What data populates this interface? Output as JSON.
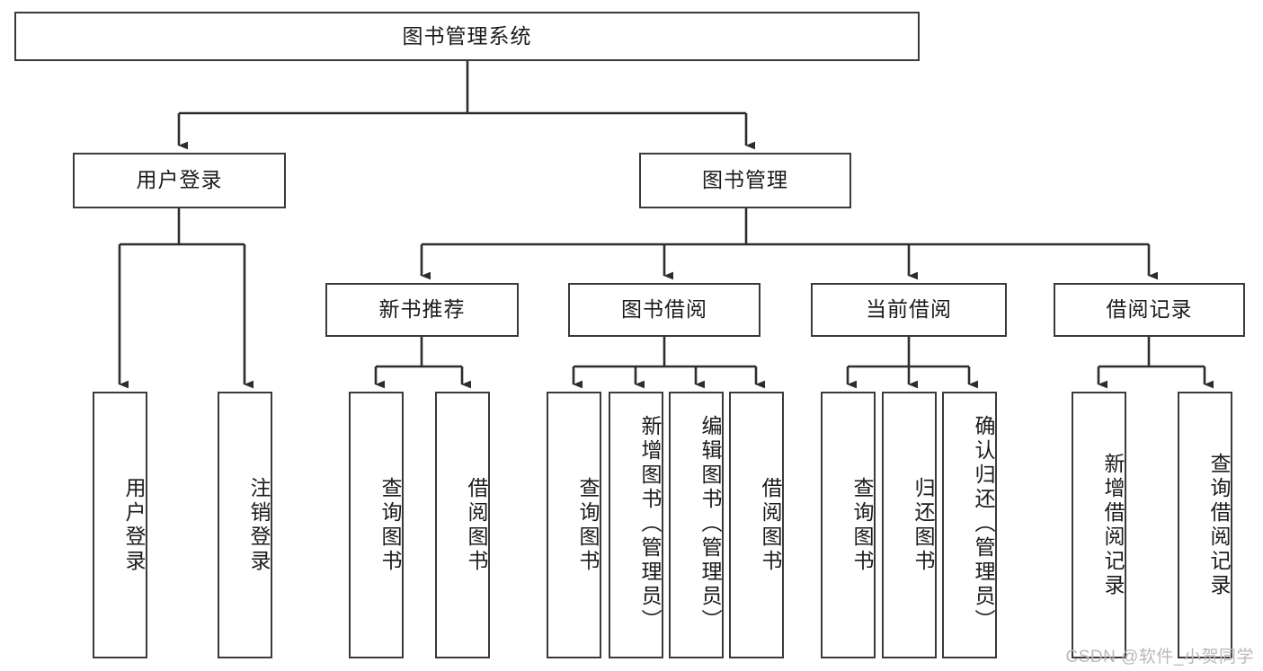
{
  "diagram": {
    "title": "图书管理系统",
    "watermark": "CSDN @软件_小贺同学",
    "colors": {
      "stroke": "#3a3a3a",
      "text": "#1b1b1b",
      "background": "#ffffff",
      "watermark": "#b9b9b9"
    },
    "nodes": {
      "root": "图书管理系统",
      "user_login": "用户登录",
      "book_manage": "图书管理",
      "new_book_rec": "新书推荐",
      "book_borrow": "图书借阅",
      "current_borrow": "当前借阅",
      "borrow_record": "借阅记录",
      "leaf_user_login": "用户登录",
      "leaf_logout": "注销登录",
      "leaf_query_book_1": "查询图书",
      "leaf_borrow_book_1": "借阅图书",
      "leaf_query_book_2": "查询图书",
      "leaf_add_book_admin": "新增图书（管理员）",
      "leaf_edit_book_admin": "编辑图书（管理员）",
      "leaf_borrow_book_2": "借阅图书",
      "leaf_query_book_3": "查询图书",
      "leaf_return_book": "归还图书",
      "leaf_confirm_return_admin": "确认归还（管理员）",
      "leaf_add_record": "新增借阅记录",
      "leaf_query_record": "查询借阅记录"
    }
  }
}
